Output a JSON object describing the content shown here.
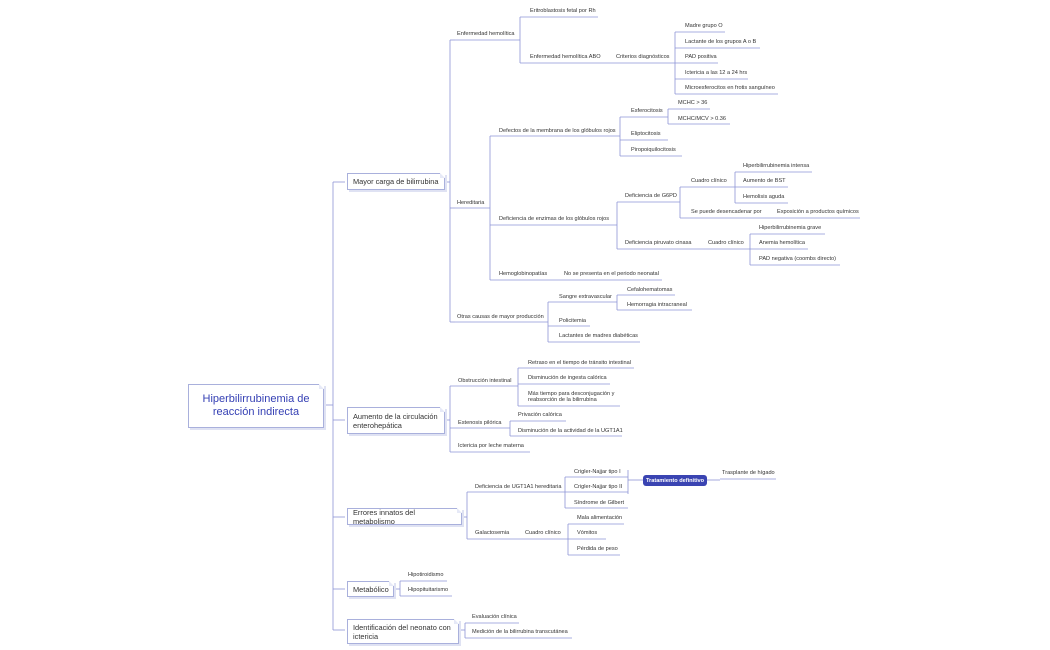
{
  "root": "Hiperbilirrubinemia de reacción indirecta",
  "mayor": {
    "label": "Mayor carga de bilirrubina",
    "enf_hemolitica": "Enfermedad hemolítica",
    "eritroblastosis": "Eritroblastosis fetal por Rh",
    "enf_abo": "Enfermedad hemolítica ABO",
    "criterios": "Criterios diagnósticos",
    "criterios_items": [
      "Madre grupo O",
      "Lactante de los grupos A o B",
      "PAD positiva",
      "Ictericia a las 12 a 24 hrs",
      "Microesferocitos en frotis sanguíneo"
    ],
    "hereditaria": "Hereditaria",
    "defectos": "Defectos de la membrana de los glóbulos rojos",
    "esferocitosis": "Esferocitosis",
    "mchc": "MCHC > 36",
    "mchc_mcv": "MCHC/MCV > 0.36",
    "eliptocitosis": "Eliptocitosis",
    "piropoiquilocitosis": "Piropoiquilocitosis",
    "deficiencia_enzimas": "Deficiencia de enzimas de los glóbulos rojos",
    "g6pd": "Deficiencia de G6PD",
    "cuadro_clinico": "Cuadro clínico",
    "g6pd_items": [
      "Hiperbilirrubinemia intensa",
      "Aumento de BST",
      "Hemolisis aguda"
    ],
    "desencadenar": "Se puede desencadenar por",
    "exposicion": "Exposición a productos químicos",
    "piruvato": "Deficiencia piruvato cinasa",
    "piruvato_items": [
      "Hiperbilirrubinemia grave",
      "Anemia hemolítica",
      "PAD negativa (coombs directo)"
    ],
    "hemoglobinopatias": "Hemoglobinopatías",
    "no_neonatal": "No se presenta en el periodo neonatal",
    "otras": "Otras causas de mayor producción",
    "sangre": "Sangre extravascular",
    "cefalo": "Cefalohematomas",
    "hemorragia": "Hemorragia intracraneal",
    "policitemia": "Policitemia",
    "lactantes": "Lactantes de madres diabéticas"
  },
  "entero": {
    "label": "Aumento de la circulación enterohepática",
    "obstruccion": "Obstrucción intestinal",
    "obstruccion_items": [
      "Retraso en el tiempo de tránsito intestinal",
      "Disminución de ingesta calórica",
      "Más tiempo para desconjugación y reabsorción de la bilirrubina"
    ],
    "estenosis": "Estenosis pilórica",
    "estenosis_items": [
      "Privación calórica",
      "Disminución de la actividad de la UGT1A1"
    ],
    "leche": "Ictericia por leche materna"
  },
  "errores": {
    "label": "Errores innatos del metabolismo",
    "ugt": "Deficiencia de UGT1A1 hereditaria",
    "ugt_items": [
      "Crigler-Najjar tipo I",
      "Crigler-Najjar tipo II",
      "Síndrome de Gilbert"
    ],
    "tratamiento": "Tratamiento definitivo",
    "trasplante": "Trasplante de hígado",
    "galactosemia": "Galactosemia",
    "cuadro_clinico": "Cuadro clínico",
    "gal_items": [
      "Mala alimentación",
      "Vómitos",
      "Pérdida de peso"
    ]
  },
  "metabolico": {
    "label": "Metabólico",
    "items": [
      "Hipotiroidismo",
      "Hipopituitarismo"
    ]
  },
  "identificacion": {
    "label": "Identificación del neonato con ictericia",
    "items": [
      "Evaluación clínica",
      "Medición de la bilirrubina transcutánea"
    ]
  },
  "colors": {
    "accent": "#3a44b2",
    "connector": "#8d95d6",
    "root_text": "#3540b4"
  }
}
